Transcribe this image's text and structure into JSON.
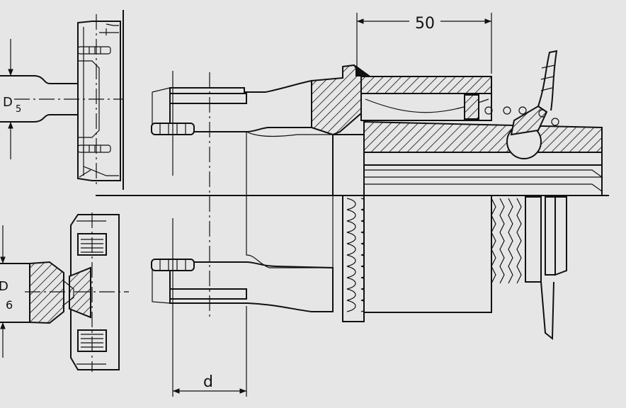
{
  "drawing": {
    "dimension_top": "50",
    "dimension_bottom": "d",
    "label_d5_main": "D",
    "label_d5_sub": "5",
    "label_d6_main": "D",
    "label_d6_sub": "6"
  }
}
